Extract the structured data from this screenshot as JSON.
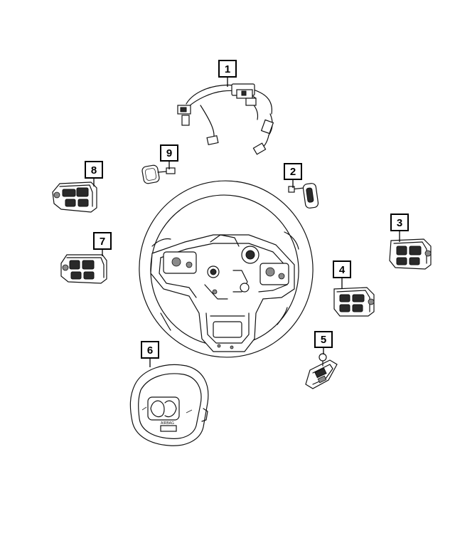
{
  "diagram": {
    "callouts": [
      {
        "id": "callout-1",
        "label": "1"
      },
      {
        "id": "callout-2",
        "label": "2"
      },
      {
        "id": "callout-3",
        "label": "3"
      },
      {
        "id": "callout-4",
        "label": "4"
      },
      {
        "id": "callout-5",
        "label": "5"
      },
      {
        "id": "callout-6",
        "label": "6"
      },
      {
        "id": "callout-7",
        "label": "7"
      },
      {
        "id": "callout-8",
        "label": "8"
      },
      {
        "id": "callout-9",
        "label": "9"
      }
    ]
  }
}
